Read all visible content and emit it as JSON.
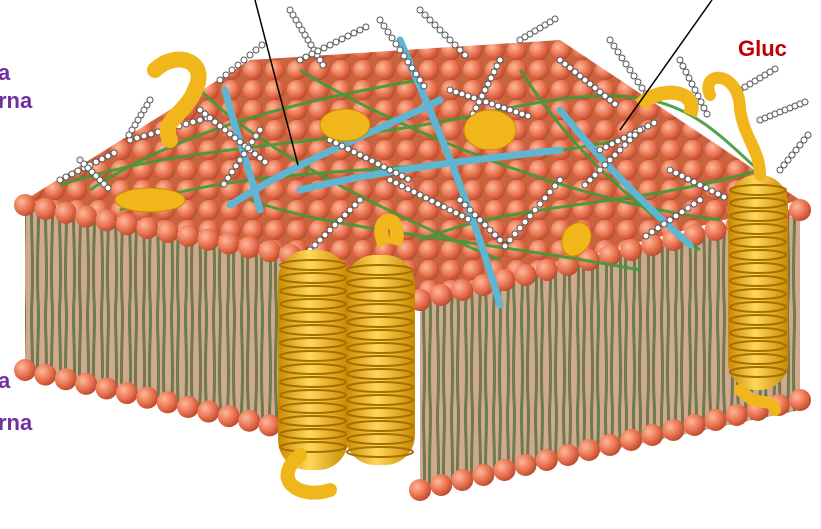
{
  "labels": {
    "top_left_a": "a",
    "top_left_b": "rna",
    "top_right": "Gluc",
    "bottom_left_a": "a",
    "bottom_left_b": "rna"
  },
  "colors": {
    "label_purple": "#7030a0",
    "label_red": "#c00000",
    "lipid_head": "#e8714f",
    "lipid_tail": "#6e7a4c",
    "protein": "#f2b61d",
    "cytoskeleton_blue": "#5fb6d3",
    "cytoskeleton_green": "#3f9a3a",
    "glyco_chain": "#555555"
  },
  "icons": [
    "membrane-illustration"
  ]
}
